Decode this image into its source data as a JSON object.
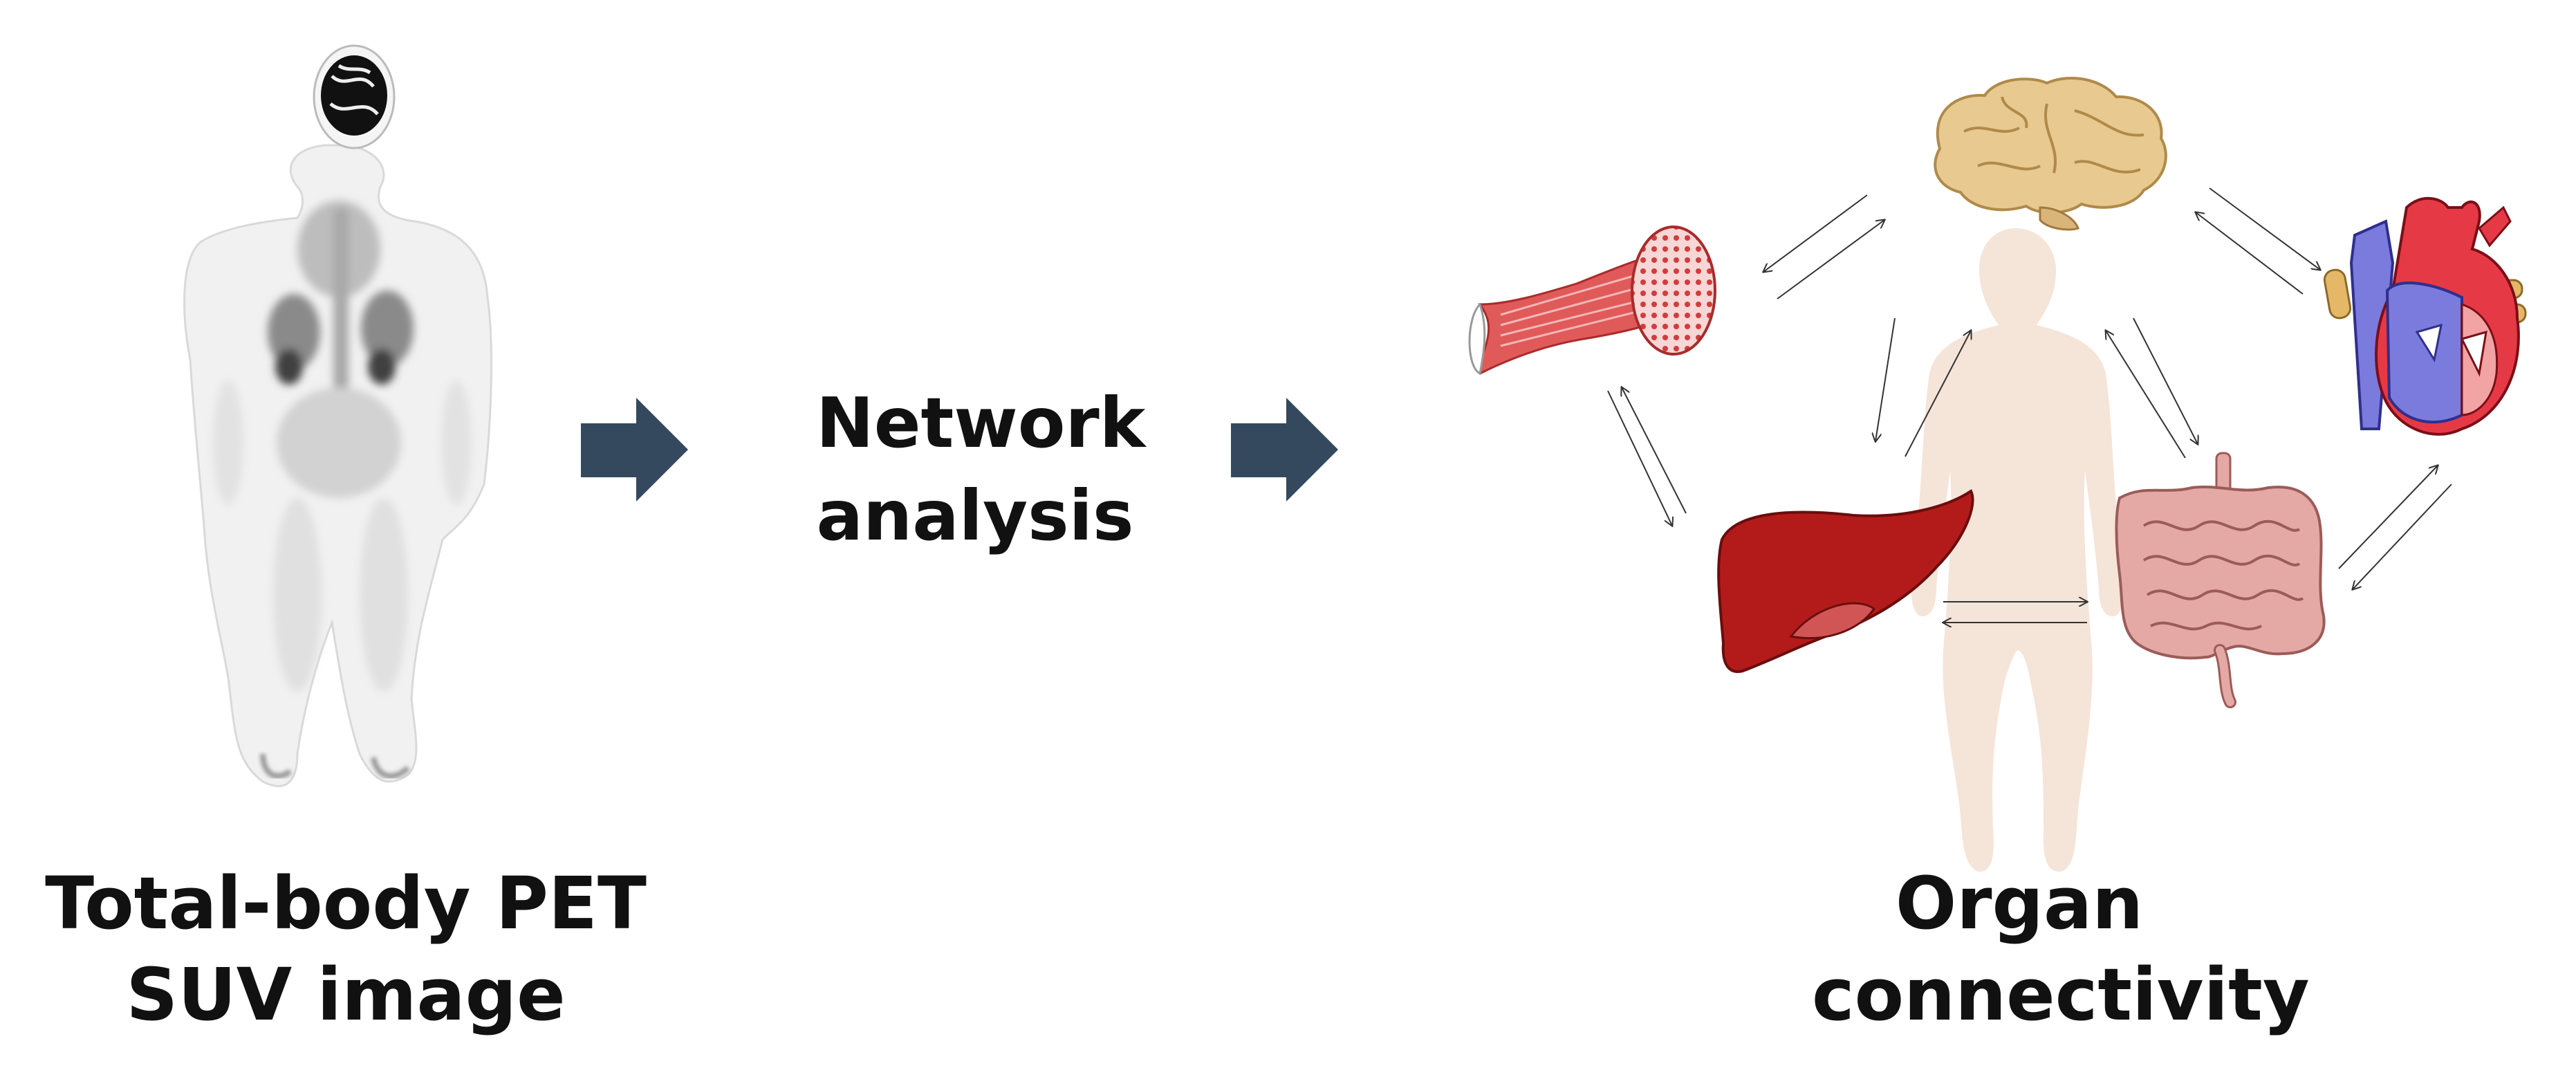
{
  "pet_caption": {
    "line1": "Total-body PET",
    "line2": "SUV image"
  },
  "network_caption": {
    "line1": "Network",
    "line2": "analysis"
  },
  "organ_caption": {
    "line1": "Organ",
    "line2": "connectivity"
  },
  "colors": {
    "flow_arrow": "#34495e",
    "body_silhouette": "#f5e4d8",
    "brain": "#e8c98f",
    "liver": "#b31b1b",
    "muscle": "#e05a5a",
    "intestine": "#e4a9a5",
    "heart_red": "#e63946",
    "heart_blue": "#7b7bde",
    "connector_line": "#333333"
  },
  "icons": [
    "pet-scan-image",
    "flow-arrow",
    "brain-icon",
    "muscle-icon",
    "heart-icon",
    "liver-icon",
    "intestine-icon",
    "body-silhouette"
  ]
}
